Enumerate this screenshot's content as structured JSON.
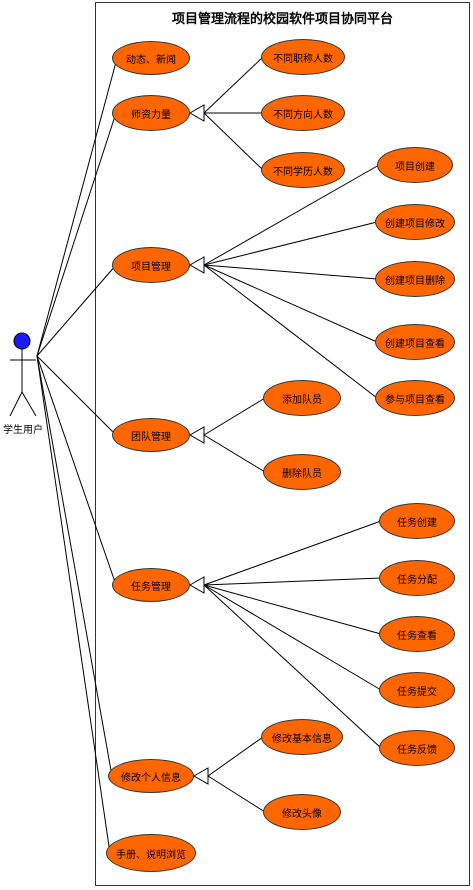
{
  "diagram": {
    "title": "项目管理流程的校园软件项目协同平台",
    "actor": "学生用户",
    "colors": {
      "usecase_fill": "#ff6600",
      "actor_head": "#1a1aff",
      "line": "#000000"
    },
    "main_usecases": [
      {
        "id": "news",
        "label": "动态、新闻"
      },
      {
        "id": "faculty",
        "label": "师资力量"
      },
      {
        "id": "project",
        "label": "项目管理"
      },
      {
        "id": "team",
        "label": "团队管理"
      },
      {
        "id": "task",
        "label": "任务管理"
      },
      {
        "id": "profile",
        "label": "修改个人信息"
      },
      {
        "id": "manual",
        "label": "手册、说明浏览"
      }
    ],
    "sub_usecases": [
      {
        "id": "title-count",
        "parent": "faculty",
        "label": "不同职称人数"
      },
      {
        "id": "direction-count",
        "parent": "faculty",
        "label": "不同方向人数"
      },
      {
        "id": "degree-count",
        "parent": "faculty",
        "label": "不同学历人数"
      },
      {
        "id": "proj-create",
        "parent": "project",
        "label": "项目创建"
      },
      {
        "id": "proj-edit",
        "parent": "project",
        "label": "创建项目修改"
      },
      {
        "id": "proj-delete",
        "parent": "project",
        "label": "创建项目删除"
      },
      {
        "id": "proj-view",
        "parent": "project",
        "label": "创建项目查看"
      },
      {
        "id": "proj-joined",
        "parent": "project",
        "label": "参与项目查看"
      },
      {
        "id": "member-add",
        "parent": "team",
        "label": "添加队员"
      },
      {
        "id": "member-del",
        "parent": "team",
        "label": "删除队员"
      },
      {
        "id": "task-create",
        "parent": "task",
        "label": "任务创建"
      },
      {
        "id": "task-assign",
        "parent": "task",
        "label": "任务分配"
      },
      {
        "id": "task-view",
        "parent": "task",
        "label": "任务查看"
      },
      {
        "id": "task-submit",
        "parent": "task",
        "label": "任务提交"
      },
      {
        "id": "task-feedback",
        "parent": "task",
        "label": "任务反馈"
      },
      {
        "id": "edit-basic",
        "parent": "profile",
        "label": "修改基本信息"
      },
      {
        "id": "edit-avatar",
        "parent": "profile",
        "label": "修改头像"
      }
    ]
  }
}
